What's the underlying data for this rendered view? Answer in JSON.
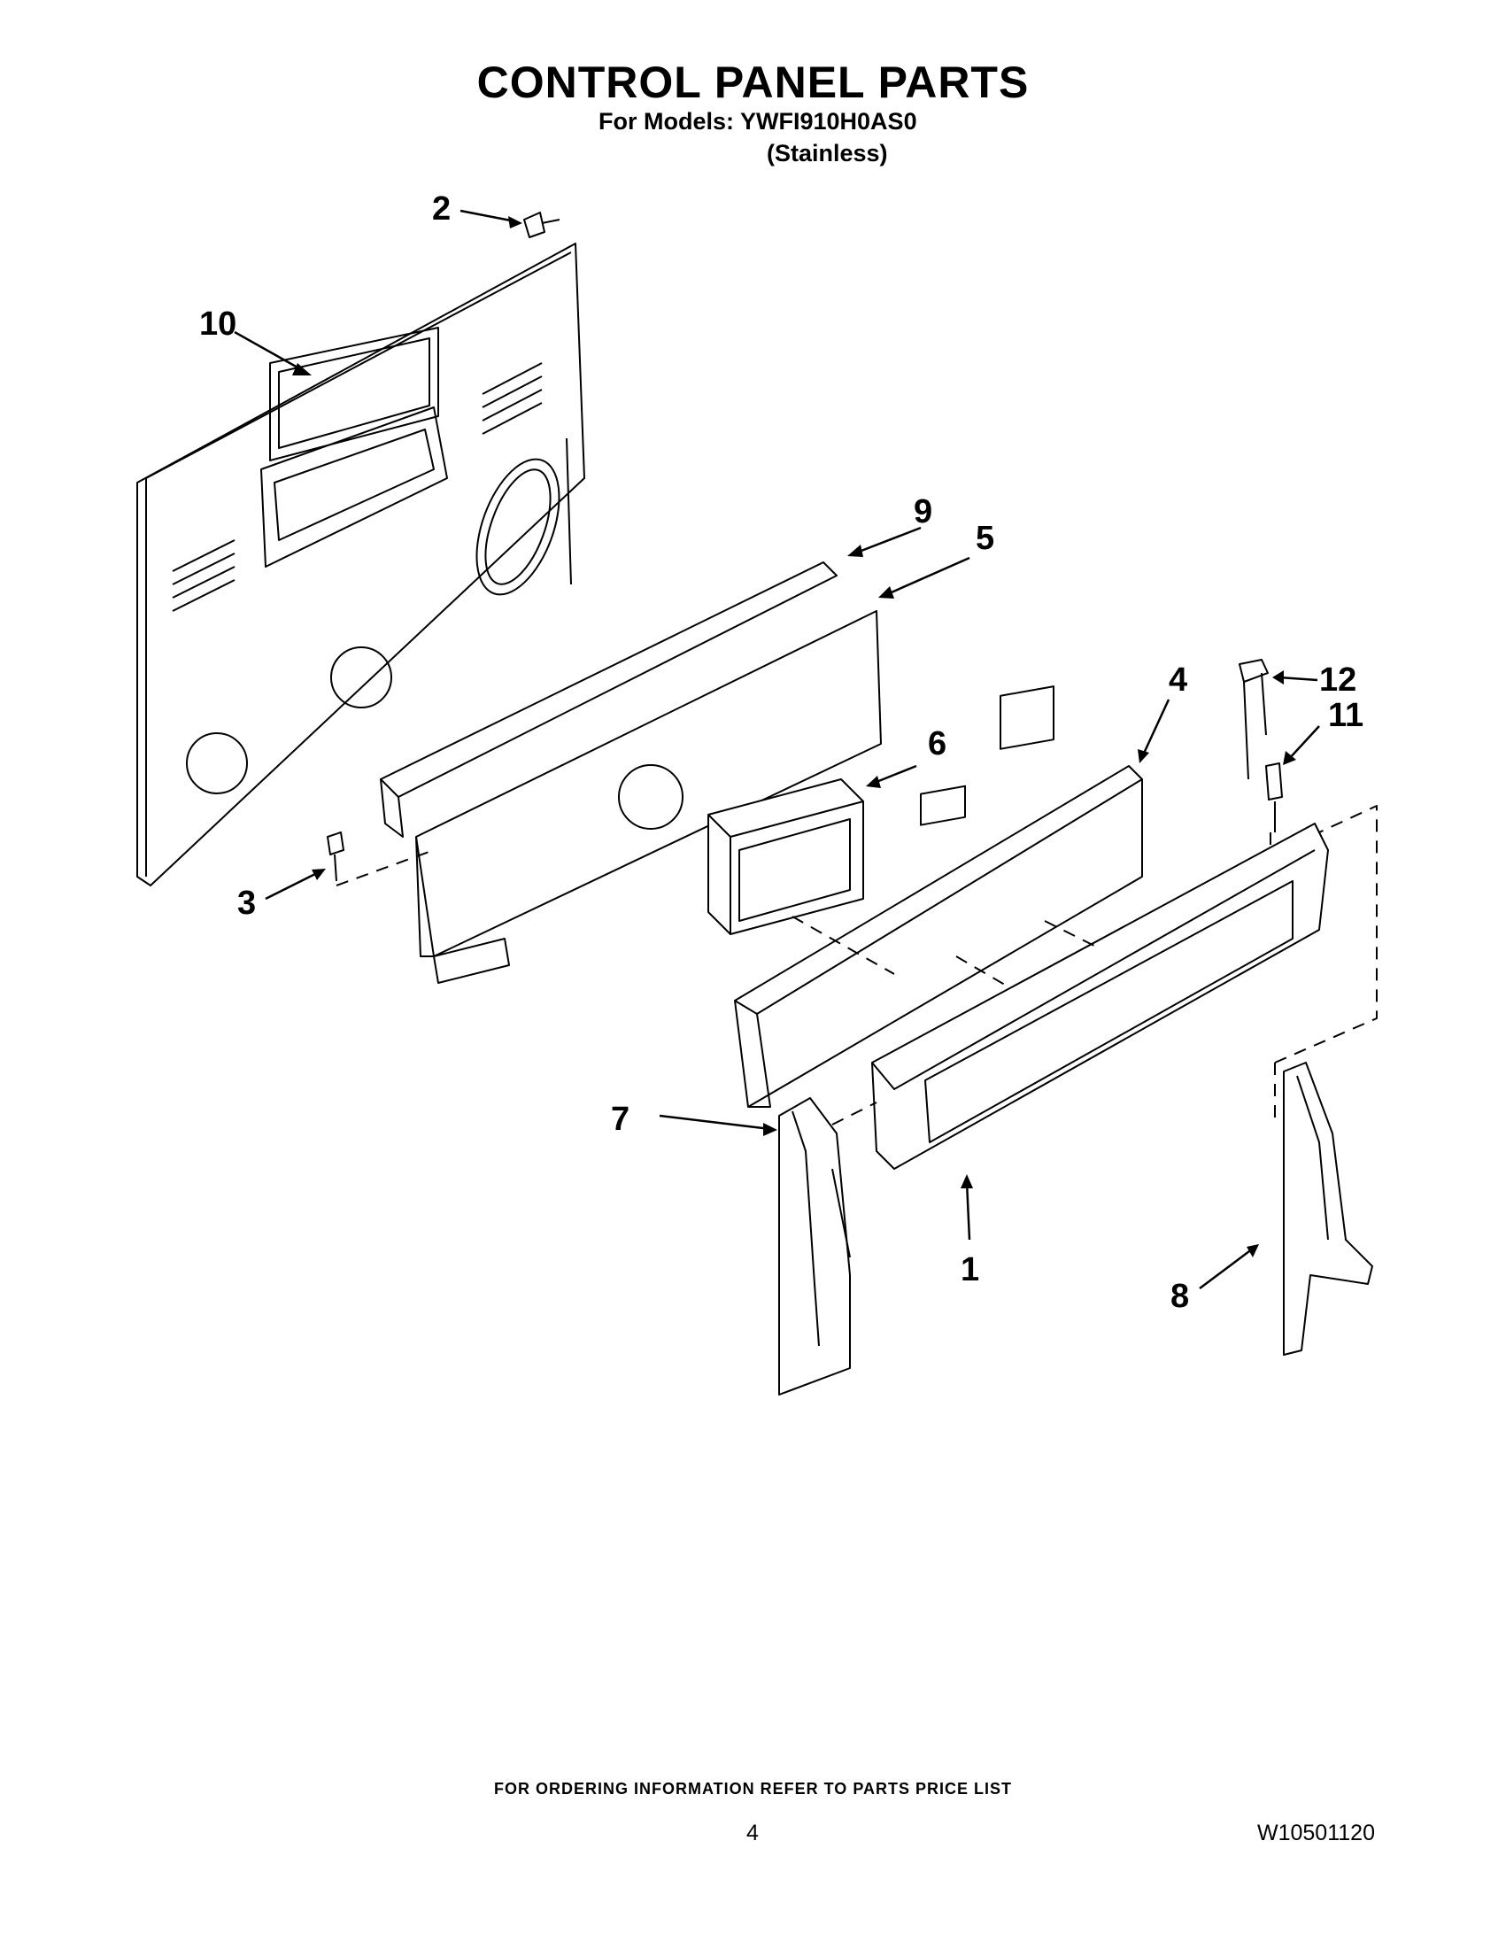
{
  "header": {
    "title": "CONTROL PANEL PARTS",
    "models_line": "For Models: YWFI910H0AS0",
    "finish_line": "(Stainless)"
  },
  "callouts": [
    "1",
    "2",
    "3",
    "4",
    "5",
    "6",
    "7",
    "8",
    "9",
    "10",
    "11",
    "12"
  ],
  "footer": {
    "ordering_note": "FOR ORDERING INFORMATION REFER TO PARTS PRICE LIST",
    "page_number": "4",
    "document_id": "W10501120"
  }
}
